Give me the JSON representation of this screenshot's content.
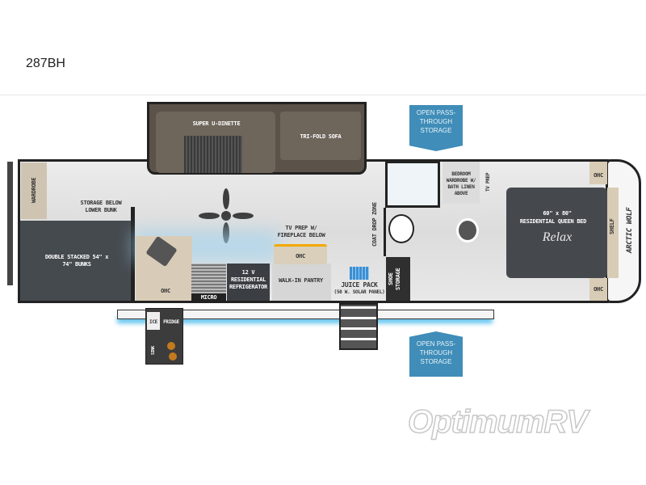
{
  "model": "287BH",
  "rooms": {
    "super_u_dinette": "SUPER U-DINETTE",
    "tri_fold_sofa": "TRI-FOLD SOFA",
    "wardrobe": "WARDROBE",
    "storage_below_bunk": "STORAGE BELOW LOWER BUNK",
    "bunks": "DOUBLE STACKED 54\" x 74\" BUNKS",
    "kitchen_ohc": "OHC",
    "micro": "MICRO",
    "refrigerator": "12 V RESIDENTIAL REFRIGERATOR",
    "pantry": "WALK-IN PANTRY",
    "tv_prep": "TV PREP W/ FIREPLACE BELOW",
    "tv_ohc": "OHC",
    "coat_drop_zone": "COAT DROP ZONE",
    "juice_pack": "JUICE PACK",
    "solar": "(50 W. SOLAR PANEL)",
    "shoe_storage": "SHOE STORAGE",
    "bedroom_wardrobe": "BEDROOM WARDROBE W/ BATH LINEN ABOVE",
    "bedroom_tv_prep": "TV PREP",
    "bed_size": "60\" x 80\"",
    "bed": "RESIDENTIAL QUEEN BED",
    "bed_brand": "Relax",
    "ohc_top": "OHC",
    "ohc_bottom": "OHC",
    "shelf": "SHELF",
    "front_cap": "ARCTIC WOLF",
    "ice": "ICE",
    "fridge": "FRIDGE",
    "sink": "SINK"
  },
  "callouts": {
    "top": "OPEN PASS-THROUGH STORAGE",
    "bottom": "OPEN PASS-THROUGH STORAGE"
  },
  "watermark": "OptimumRV",
  "colors": {
    "callout": "#3f8db8",
    "floor": "#e4e4e4",
    "dark": "#454a4f",
    "slide": "#5b5249",
    "glow": "#39b4ea"
  }
}
